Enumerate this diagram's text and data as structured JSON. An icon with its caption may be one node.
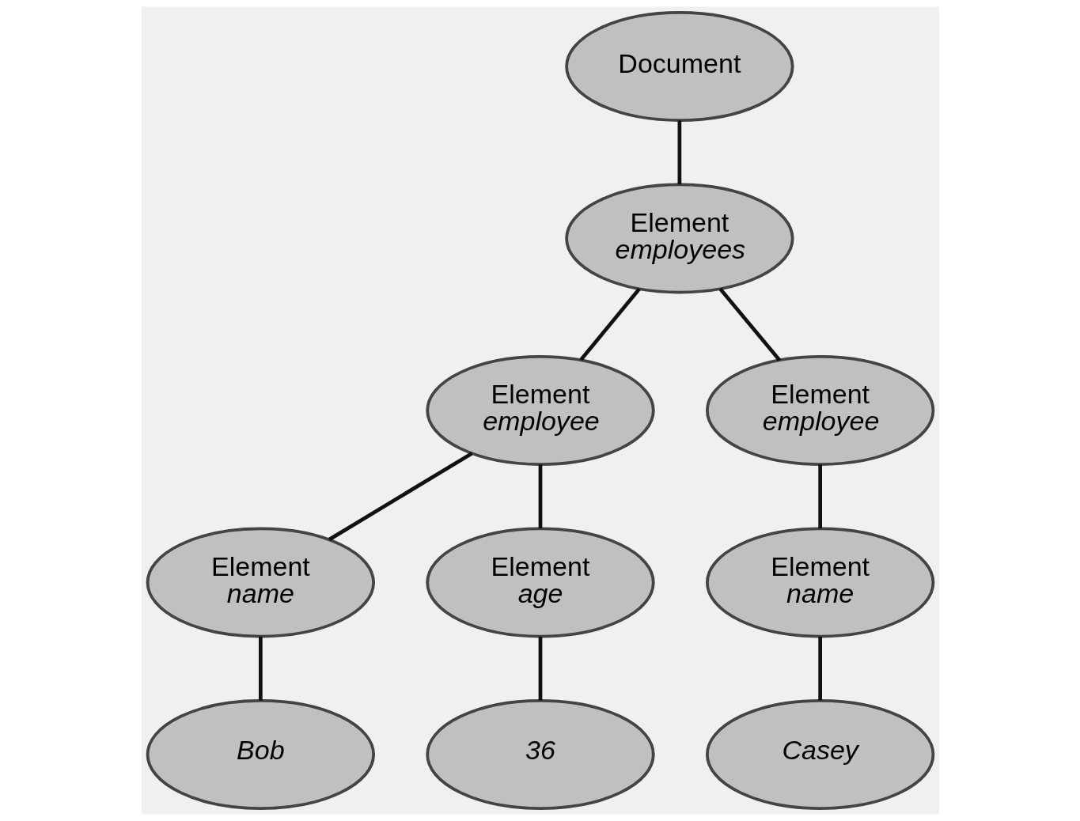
{
  "diagram": {
    "nodes": [
      {
        "text": [
          "Document"
        ]
      },
      {
        "text": [
          "Element",
          "employees"
        ]
      },
      {
        "text": [
          "Element",
          "employee"
        ]
      },
      {
        "text": [
          "Element",
          "employee"
        ]
      },
      {
        "text": [
          "Element",
          "name"
        ]
      },
      {
        "text": [
          "Element",
          "age"
        ]
      },
      {
        "text": [
          "Element",
          "name"
        ]
      },
      {
        "text": [
          "Bob"
        ]
      },
      {
        "text": [
          "36"
        ]
      },
      {
        "text": [
          "Casey"
        ]
      }
    ],
    "edges": [
      {
        "from": 0,
        "to": 1,
        "arrow": "none"
      },
      {
        "from": 1,
        "to": 2,
        "arrow": "none"
      },
      {
        "from": 1,
        "to": 3,
        "arrow": "none"
      },
      {
        "from": 2,
        "to": 4,
        "arrow": "none"
      },
      {
        "from": 2,
        "to": 5,
        "arrow": "none"
      },
      {
        "from": 3,
        "to": 6,
        "arrow": "none"
      },
      {
        "from": 4,
        "to": 7,
        "arrow": "none"
      },
      {
        "from": 5,
        "to": 8,
        "arrow": "none"
      },
      {
        "from": 6,
        "to": 9,
        "arrow": "none"
      }
    ]
  }
}
